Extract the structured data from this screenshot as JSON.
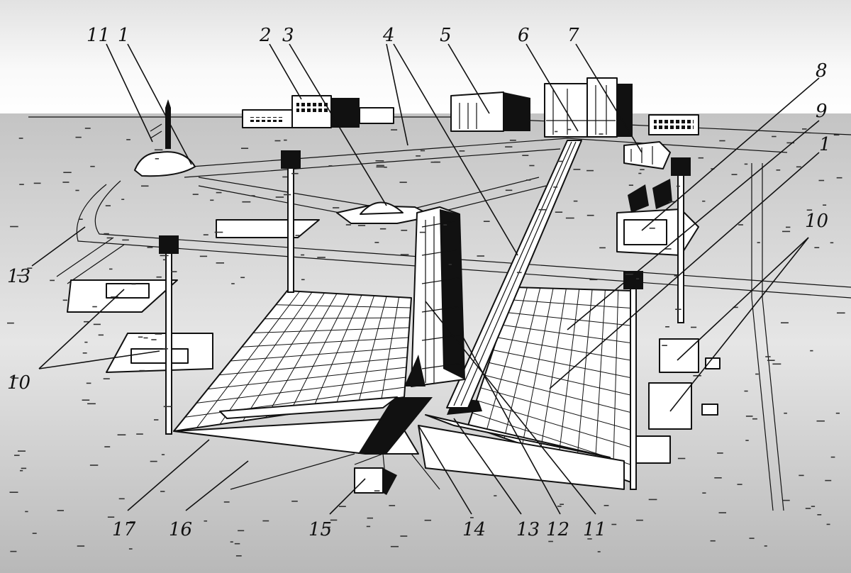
{
  "diagram": {
    "type": "launch-complex-schematic",
    "colors": {
      "background": "#ffffff",
      "ink": "#111111",
      "sky_gradient": "#c8c8c8",
      "ground_gradient": "#b0b0b0"
    },
    "callouts": [
      {
        "id": "c11a",
        "label": "11"
      },
      {
        "id": "c1a",
        "label": "1"
      },
      {
        "id": "c2",
        "label": "2"
      },
      {
        "id": "c3",
        "label": "3"
      },
      {
        "id": "c4",
        "label": "4"
      },
      {
        "id": "c5",
        "label": "5"
      },
      {
        "id": "c6",
        "label": "6"
      },
      {
        "id": "c7",
        "label": "7"
      },
      {
        "id": "c8",
        "label": "8"
      },
      {
        "id": "c9",
        "label": "9"
      },
      {
        "id": "c1b",
        "label": "1"
      },
      {
        "id": "c10a",
        "label": "10"
      },
      {
        "id": "c10b",
        "label": "10"
      },
      {
        "id": "c13a",
        "label": "13"
      },
      {
        "id": "c17",
        "label": "17"
      },
      {
        "id": "c16",
        "label": "16"
      },
      {
        "id": "c15",
        "label": "15"
      },
      {
        "id": "c14",
        "label": "14"
      },
      {
        "id": "c13b",
        "label": "13"
      },
      {
        "id": "c12",
        "label": "12"
      },
      {
        "id": "c11b",
        "label": "11"
      }
    ]
  }
}
